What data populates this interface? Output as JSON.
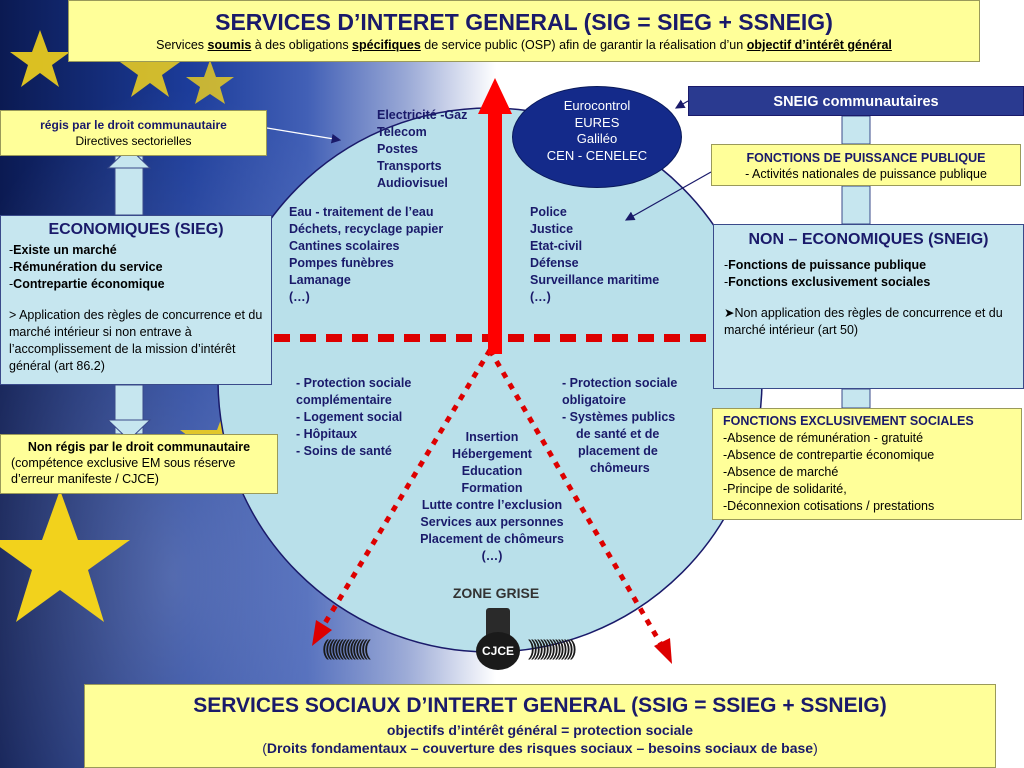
{
  "title": {
    "main": "SERVICES D’INTERET GENERAL (SIG = SIEG + SSNEIG)",
    "sub_1": "Services ",
    "sub_2": "soumis",
    "sub_3": " à des obligations ",
    "sub_4": "spécifiques",
    "sub_5": " de service public (OSP) afin de garantir la réalisation d’un ",
    "sub_6": "objectif d’intérêt général"
  },
  "left": {
    "regis": {
      "line1": "régis par le droit communautaire",
      "line2": "Directives sectorielles"
    },
    "sieg": {
      "title": "ECONOMIQUES (SIEG)",
      "items": [
        "Existe un marché",
        "Rémunération du service",
        "Contrepartie économique"
      ],
      "note": "> Application des règles de concurrence et du marché intérieur si non entrave à l’accomplissement de la mission d’intérêt général (art 86.2)"
    },
    "non_regis": {
      "line1": "Non régis par le droit communautaire",
      "line2": "(compétence exclusive EM sous réserve d’erreur manifeste / CJCE)"
    }
  },
  "right": {
    "sneig_header": "SNEIG communautaires",
    "fpp": {
      "line1": "FONCTIONS DE PUISSANCE PUBLIQUE",
      "line2": "- Activités nationales de puissance publique"
    },
    "non_eco": {
      "title": "NON – ECONOMIQUES (SNEIG)",
      "items": [
        "Fonctions de puissance publique",
        "Fonctions exclusivement sociales"
      ],
      "note": "Non application des règles de concurrence et du marché intérieur (art 50)"
    },
    "fes": {
      "title": "FONCTIONS EXCLUSIVEMENT SOCIALES",
      "items": [
        "-Absence de rémunération - gratuité",
        "-Absence de contrepartie économique",
        "-Absence de marché",
        "-Principe de solidarité,",
        "-Déconnexion cotisations / prestations"
      ]
    }
  },
  "circle": {
    "euro": [
      "Eurocontrol",
      "EURES",
      "Galiléo",
      "CEN - CENELEC"
    ],
    "network": [
      "Electricité -Gaz",
      "Telecom",
      "Postes",
      "Transports",
      "Audiovisuel"
    ],
    "local_services": [
      "Eau - traitement de l’eau",
      "Déchets, recyclage papier",
      "Cantines scolaires",
      "Pompes funèbres",
      "Lamanage",
      "(…)"
    ],
    "sovereign": [
      "Police",
      "Justice",
      "Etat-civil",
      "Défense",
      "Surveillance maritime",
      "(…)"
    ],
    "social_left": [
      "- Protection sociale",
      "complémentaire",
      "- Logement social",
      "- Hôpitaux",
      "- Soins de santé"
    ],
    "social_right_1": "- Protection sociale",
    "social_right_2": "obligatoire",
    "social_right_3": "- Systèmes publics",
    "social_right_4": "de santé et de",
    "social_right_5": "placement de",
    "social_right_6": "chômeurs",
    "insertion": [
      "Insertion",
      "Hébergement",
      "Education",
      "Formation",
      "Lutte contre l’exclusion",
      "Services aux personnes",
      "Placement de chômeurs",
      "(…)"
    ],
    "zone": "ZONE GRISE",
    "cjce": "CJCE",
    "arc_left": "(((((((((((((((",
    "arc_right": ")))))))))))))))"
  },
  "bottom": {
    "main": "SERVICES SOCIAUX D’INTERET GENERAL (SSIG = SSIEG + SSNEIG)",
    "sub1": "objectifs d’intérêt général = protection sociale",
    "sub2_open": "(",
    "sub2_text": "Droits fondamentaux – couverture des risques sociaux – besoins sociaux de base",
    "sub2_close": ")"
  },
  "colors": {
    "red": "#ff0000",
    "dark_red": "#cc0000",
    "circle_fill": "#b9e0ea",
    "yellow_box": "#ffff99",
    "cyan_box": "#c6e6ef",
    "navy": "#1a1a6a",
    "dark_blue": "#142a8a",
    "star": "#f2d21c"
  },
  "icons": {
    "star": "eu-star-icon",
    "arrow": "arrow-icon"
  }
}
